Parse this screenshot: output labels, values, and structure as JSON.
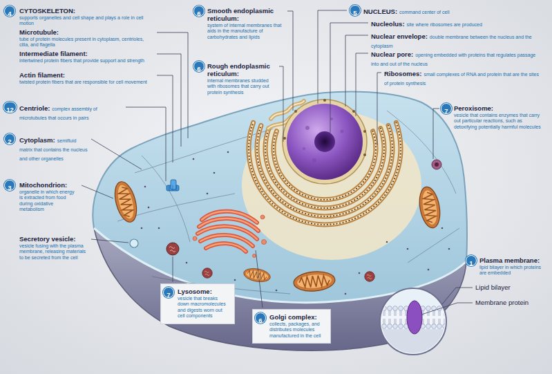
{
  "diagram": {
    "nodes": [
      {
        "text": [
          "4"
        ]
      },
      {
        "text": [
          "6"
        ]
      },
      {
        "text": [
          "5"
        ]
      },
      {
        "text": [
          "6"
        ]
      },
      {
        "text": [
          "7"
        ]
      },
      {
        "text": [
          "12"
        ]
      },
      {
        "text": [
          "2"
        ]
      },
      {
        "text": [
          "3"
        ]
      },
      {
        "text": [
          "Lysosome:",
          "vesicle that breaks down macromolecules and digests worn out cell components"
        ]
      },
      {
        "text": [
          "7"
        ],
        "in": 8
      },
      {
        "text": [
          "Golgi complex:",
          "collects, packages, and distributes molecules manufactured in the cell"
        ]
      },
      {
        "text": [
          "6"
        ],
        "in": 10
      },
      {
        "text": [
          "1"
        ]
      }
    ],
    "labels": [
      "CYTOSKELETON:",
      "supports organelles and cell shape and plays a role in cell motion",
      "Microtubule:",
      "tube of protein molecules present in cytoplasm, centrioles, cilia, and flagella",
      "Intermediate filament:",
      "intertwined protein fibers that provide support and strength",
      "Actin filament:",
      "twisted protein fibers that are responsible for cell movement",
      "Centriole:",
      "complex assembly of microtubules that occurs in pairs",
      "Cytoplasm:",
      "semifluid matrix that contains the nucleus and other organelles",
      "Mitochondrion:",
      "organelle in which energy is extracted from food during oxidative metabolism",
      "Secretory vesicle:",
      "vesicle fusing with the plasma membrane, releasing materials to be secreted from the cell",
      "Smooth endoplasmic reticulum:",
      "system of internal membranes that aids in the manufacture of carbohydrates and lipids",
      "Rough endoplasmic reticulum:",
      "internal membranes studded with ribosomes that carry out protein synthesis",
      "NUCLEUS:",
      "command center of cell",
      "Nucleolus:",
      "site where ribosomes are produced",
      "Nuclear envelope:",
      "double membrane between the nucleus and the cytoplasm",
      "Nuclear pore:",
      "opening embedded with proteins that regulates passage into and out of the nucleus",
      "Ribosomes:",
      "small complexes of RNA and protein that are the sites of protein synthesis",
      "Peroxisome:",
      "vesicle that contains enzymes that carry out particular reactions, such as detoxifying potentially harmful molecules",
      "Plasma membrane:",
      "lipid bilayer in which proteins are embedded",
      "Lipid bilayer",
      "Membrane protein"
    ]
  }
}
